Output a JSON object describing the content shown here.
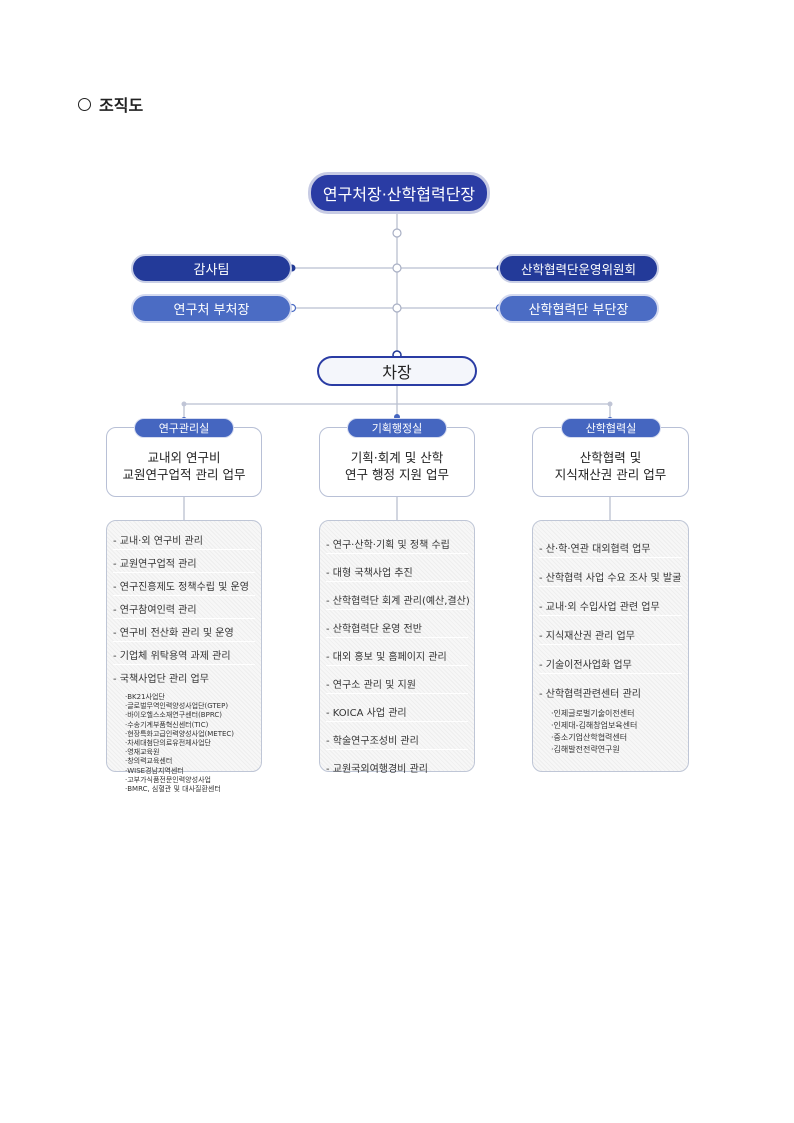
{
  "heading": "조직도",
  "top": "연구처장·산학협력단장",
  "left_units": [
    "감사팀",
    "연구처 부처장"
  ],
  "right_units": [
    "산학협력단운영위원회",
    "산학협력단 부단장"
  ],
  "deputy": "차장",
  "departments": [
    {
      "tag": "연구관리실",
      "desc": [
        "교내외 연구비",
        "교원연구업적 관리 업무"
      ],
      "items": [
        "- 교내·외 연구비 관리",
        "- 교원연구업적 관리",
        "- 연구진흥제도 정책수립 및 운영",
        "- 연구참여인력 관리",
        "- 연구비 전산화 관리 및 운영",
        "- 기업체 위탁용역 과제 관리",
        "- 국책사업단 관리 업무"
      ],
      "subitems": [
        "·BK21사업단",
        "·글로벌무역인력양성사업단(GTEP)",
        "·바이오헬스소재연구센터(BPRC)",
        "·수송기계부품혁신센터(TIC)",
        "·현장특화고급인력양성사업(METEC)",
        "·차세대첨단의료유전체사업단",
        "·영재교육원",
        "·창의력교육센터",
        "·WISE경남지역센터",
        "·고부가식품전문인력양성사업",
        "·BMRC, 심혈관 및 대사질환센터"
      ]
    },
    {
      "tag": "기획행정실",
      "desc": [
        "기획·회계 및 산학",
        "연구 행정 지원 업무"
      ],
      "items": [
        "- 연구·산학·기획 및 정책 수립",
        "- 대형 국책사업 추진",
        "- 산학협력단 회계 관리(예산,결산)",
        "- 산학협력단 운영 전반",
        "- 대외 홍보 및 홈페이지 관리",
        "- 연구소 관리 및 지원",
        "- KOICA 사업 관리",
        "- 학술연구조성비 관리",
        "- 교원국외여행경비 관리"
      ],
      "subitems": []
    },
    {
      "tag": "산학협력실",
      "desc": [
        "산학협력 및",
        "지식재산권 관리 업무"
      ],
      "items": [
        "- 산·학·연관 대외협력 업무",
        "- 산학협력 사업 수요 조사 및 발굴",
        "- 교내·외 수입사업 관련 업무",
        "- 지식재산권 관리 업무",
        "- 기술이전사업화 업무",
        "- 산학협력관련센터 관리"
      ],
      "subitems": [
        "·인제글로벌기술이전센터",
        "·인제대-김해창업보육센터",
        "·중소기업산학협력센터",
        "·김해발전전략연구원"
      ]
    }
  ]
}
